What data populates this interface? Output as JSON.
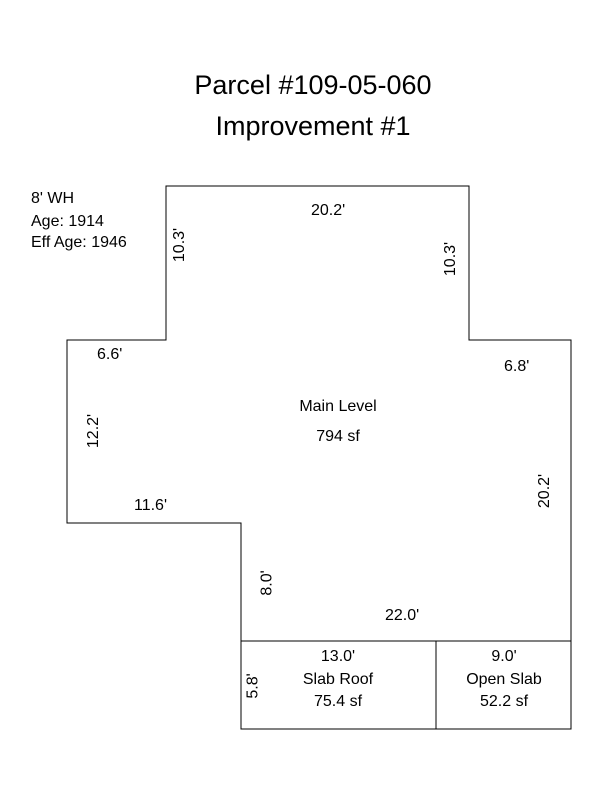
{
  "title": [
    "Parcel #109-05-060",
    "Improvement #1"
  ],
  "info": [
    "8' WH",
    "Age: 1914",
    "Eff Age: 1946"
  ],
  "main": {
    "name": "Main Level",
    "area": "794 sf",
    "dims": [
      "20.2'",
      "10.3'",
      "10.3'",
      "6.6'",
      "6.8'",
      "12.2'",
      "20.2'",
      "11.6'",
      "8.0'",
      "22.0'"
    ]
  },
  "slab_roof": {
    "name": "Slab Roof",
    "area": "75.4 sf",
    "dims": [
      "13.0'",
      "5.8'"
    ]
  },
  "open_slab": {
    "name": "Open Slab",
    "area": "52.2 sf",
    "dims": [
      "9.0'"
    ]
  },
  "colors": {
    "line": "#000000",
    "background": "#ffffff"
  }
}
